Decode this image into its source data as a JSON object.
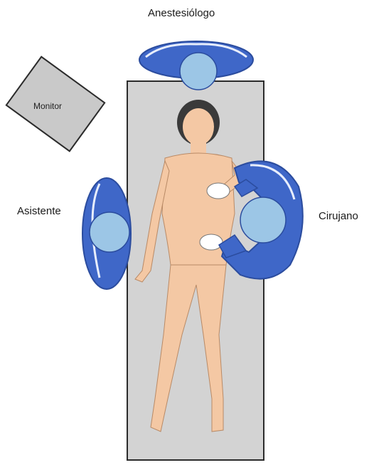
{
  "labels": {
    "anesthesiologist": "Anestesiólogo",
    "assistant": "Asistente",
    "surgeon": "Cirujano",
    "monitor": "Monitor"
  },
  "colors": {
    "table": "#d3d3d3",
    "table_border": "#2b2b2b",
    "skin": "#f4c8a4",
    "scrub_blue": "#3f67c8",
    "scrub_dark": "#2b4c9e",
    "head_blue": "#9cc6e6",
    "monitor_fill": "#c9c9c9"
  }
}
